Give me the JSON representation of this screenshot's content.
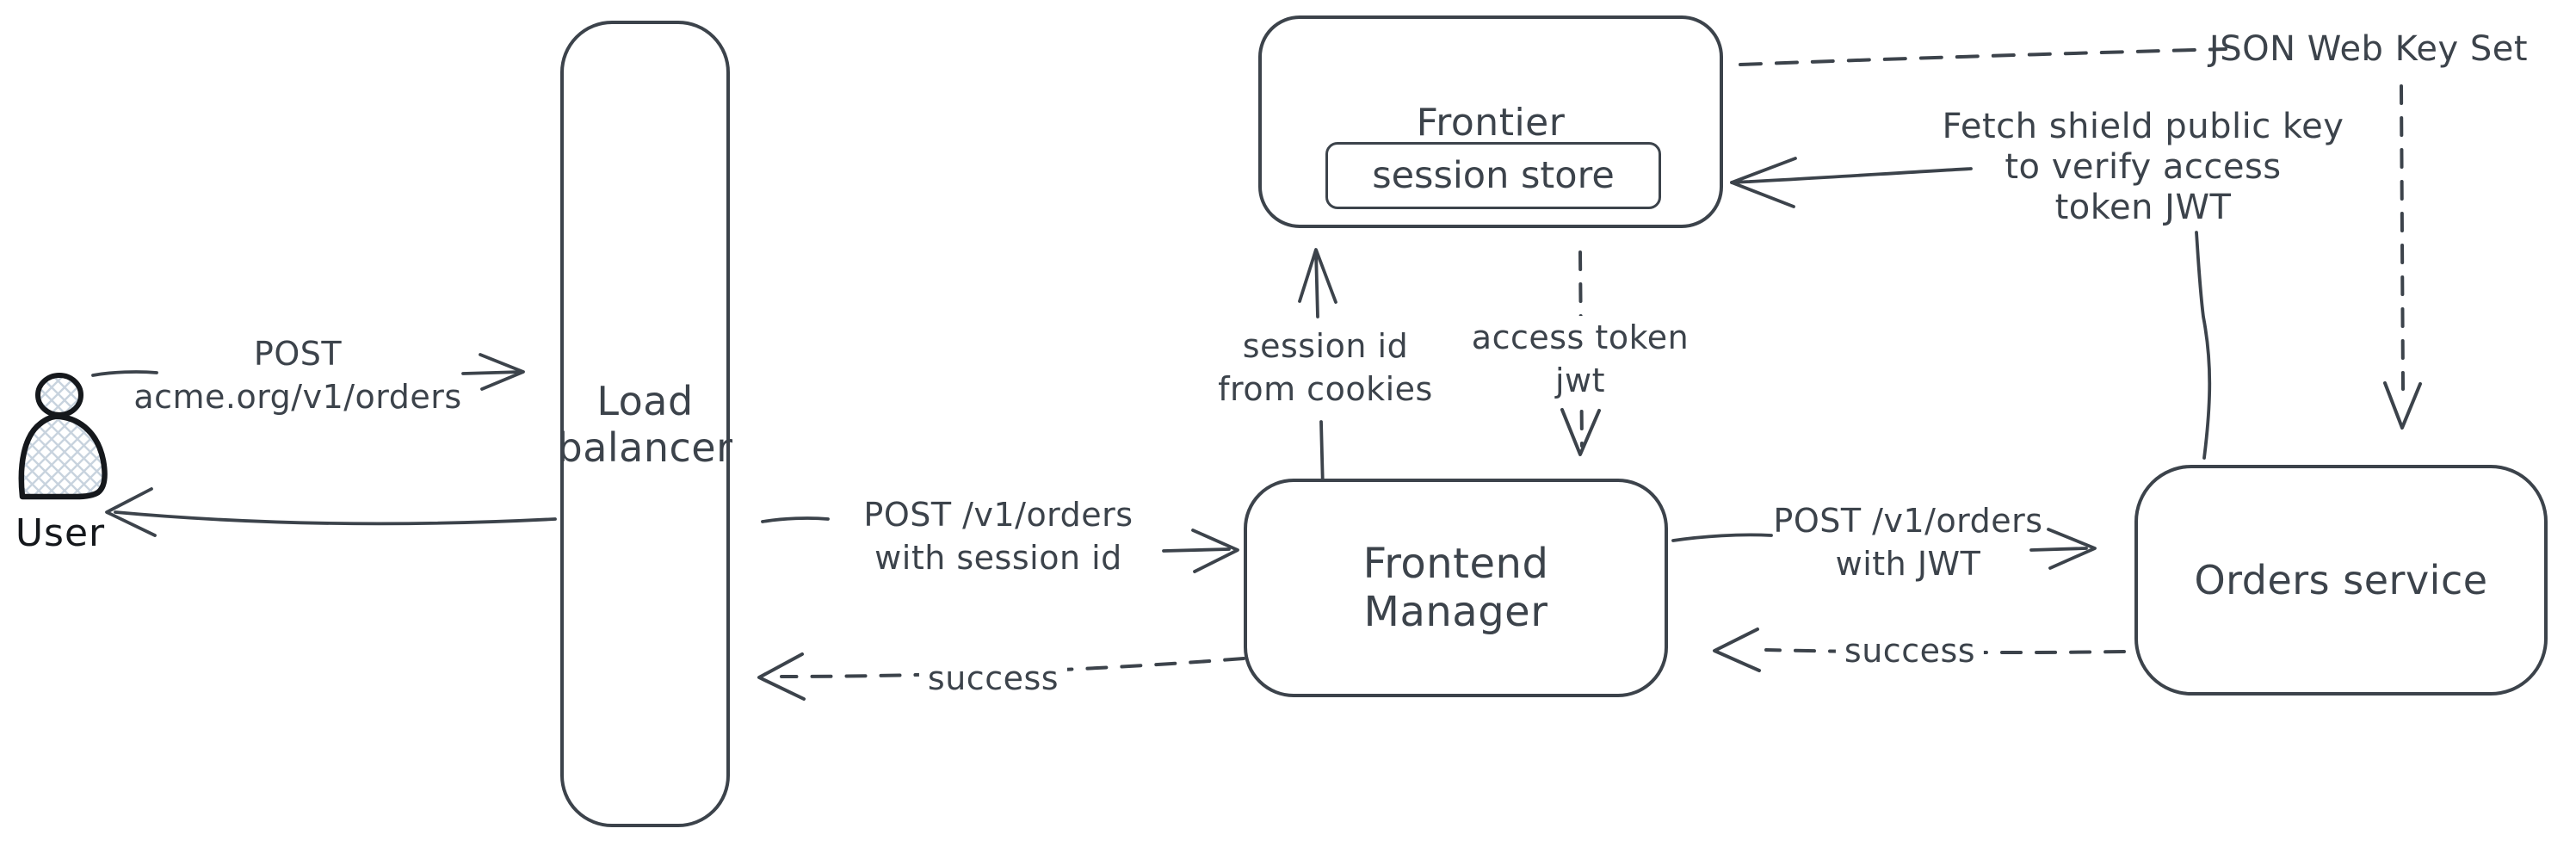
{
  "diagram": {
    "colors": {
      "ink": "#3c434b",
      "actor_ink": "#15181c",
      "hatch_fill": "#c8d3de",
      "background": "#ffffff"
    },
    "actor": {
      "label": "User"
    },
    "nodes": {
      "load_balancer": {
        "line1": "Load",
        "line2": "balancer"
      },
      "frontier": {
        "title": "Frontier",
        "store": "session store"
      },
      "frontend_manager": {
        "line1": "Frontend",
        "line2": "Manager"
      },
      "orders_service": {
        "label": "Orders service"
      }
    },
    "edges": {
      "user_to_lb": {
        "line1": "POST",
        "line2": "acme.org/v1/orders"
      },
      "lb_to_fm": {
        "line1": "POST /v1/orders",
        "line2": "with session id"
      },
      "fm_to_lb": {
        "label": "success"
      },
      "fm_to_frontier": {
        "line1": "session id",
        "line2": "from cookies"
      },
      "frontier_to_fm": {
        "line1": "access token",
        "line2": "jwt"
      },
      "fm_to_orders": {
        "line1": "POST /v1/orders",
        "line2": "with JWT"
      },
      "orders_to_fm": {
        "label": "success"
      },
      "orders_to_frontier": {
        "line1": "Fetch shield public key",
        "line2": "to verify access",
        "line3": "token JWT"
      },
      "jwks": {
        "label": "JSON Web Key Set"
      }
    }
  }
}
